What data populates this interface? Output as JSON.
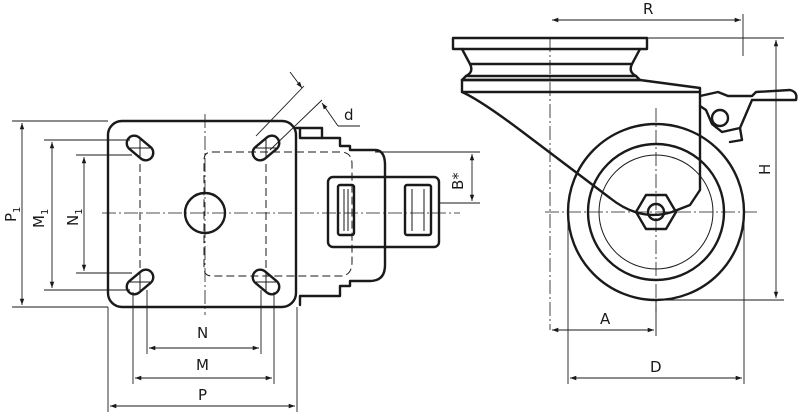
{
  "labels": {
    "P1": "P",
    "P1_sub": "1",
    "M1": "M",
    "M1_sub": "1",
    "N1": "N",
    "N1_sub": "1",
    "d": "d",
    "B": "B*",
    "N": "N",
    "M": "M",
    "P": "P",
    "R": "R",
    "H": "H",
    "A": "A",
    "D": "D"
  }
}
